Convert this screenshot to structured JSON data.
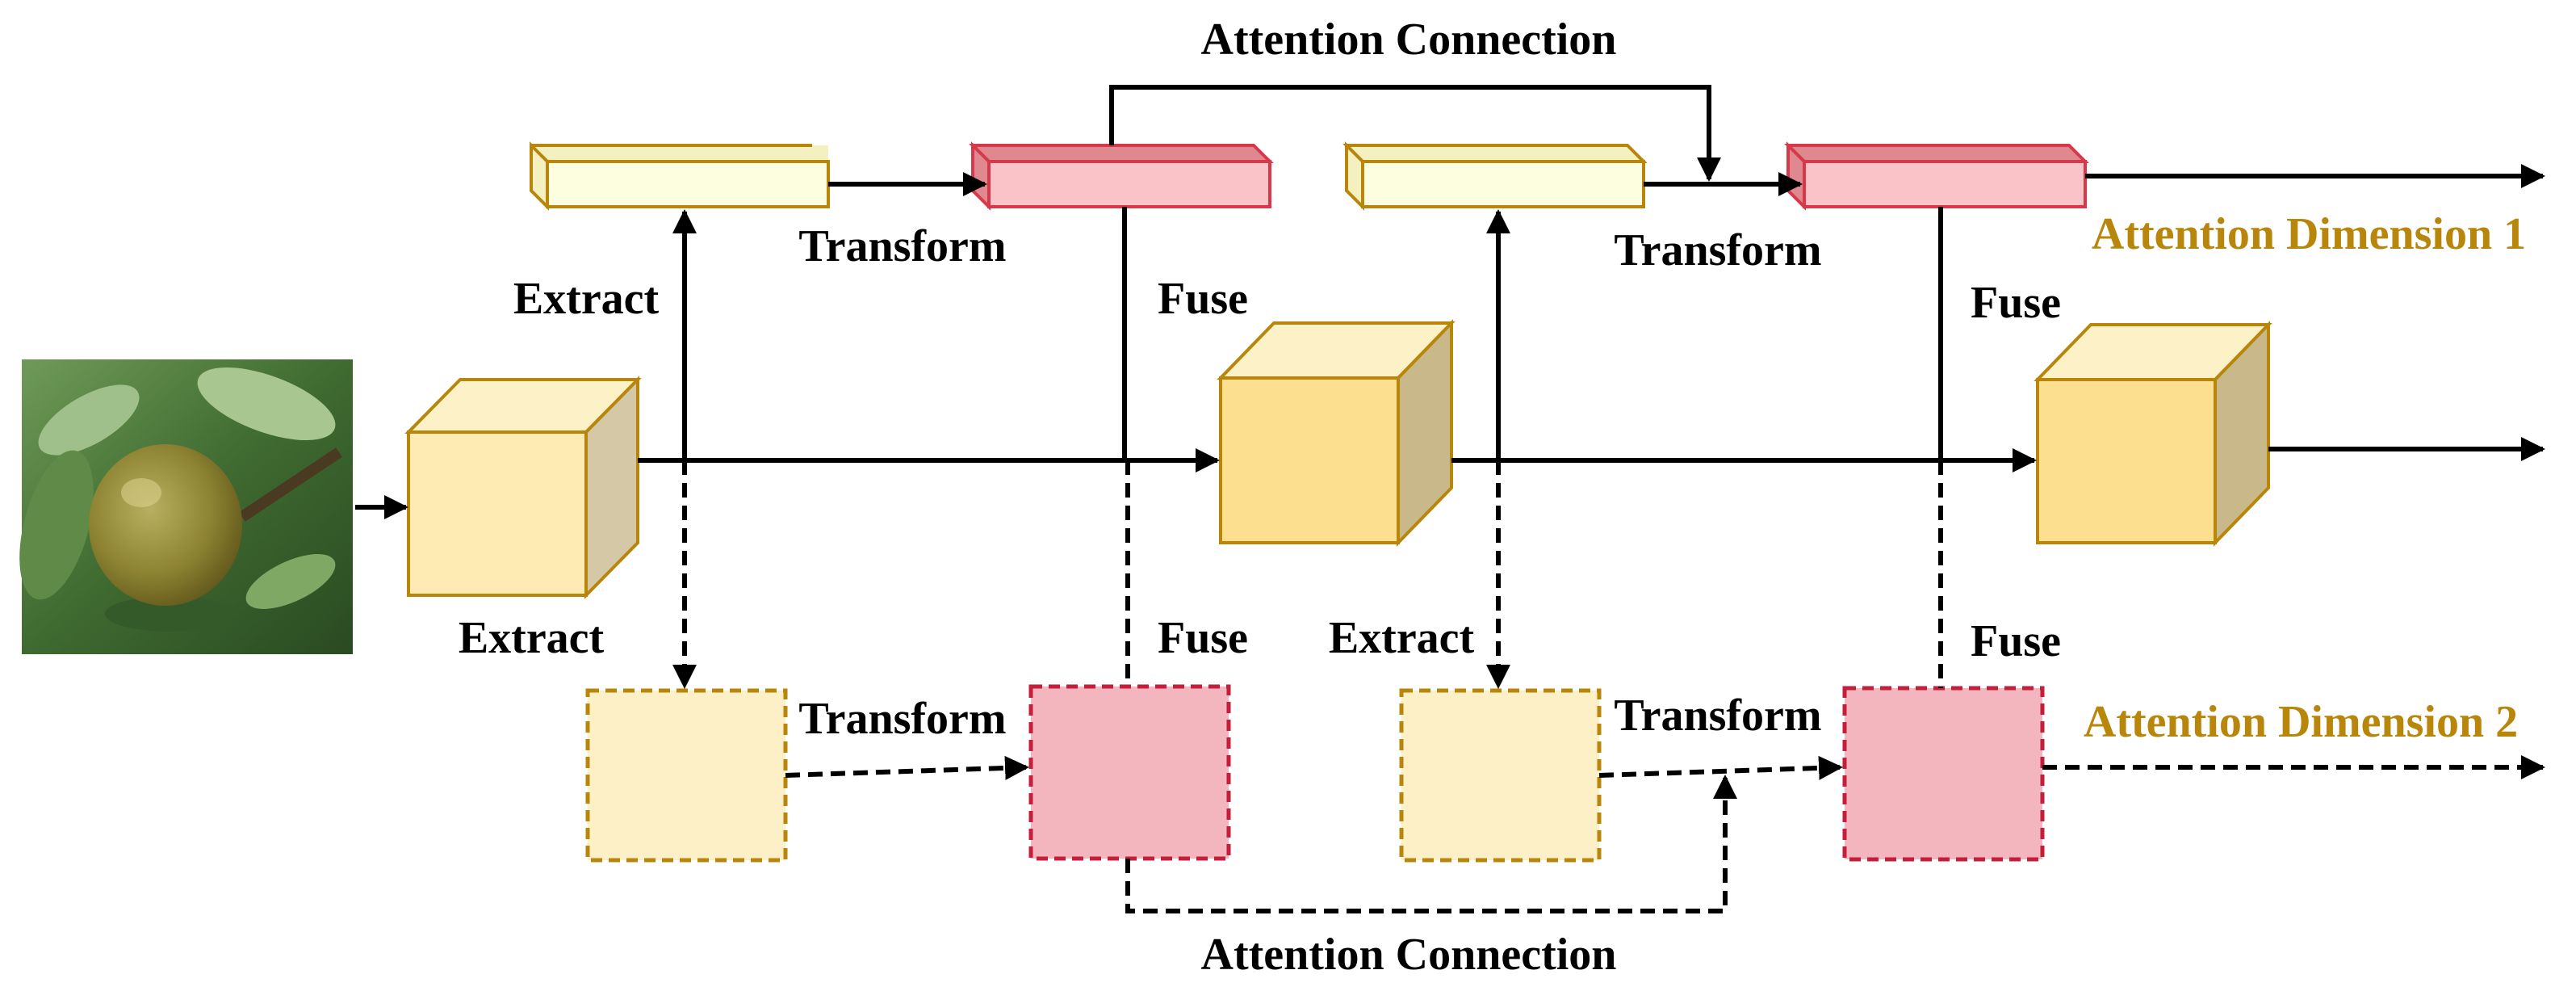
{
  "labels": {
    "attention_connection_top": "Attention Connection",
    "attention_connection_bottom": "Attention Connection",
    "transform_top_1": "Transform",
    "transform_top_2": "Transform",
    "transform_bottom_1": "Transform",
    "transform_bottom_2": "Transform",
    "extract_top_1": "Extract",
    "extract_top_2": "Extract",
    "extract_bottom_1": "Extract",
    "fuse_top_1": "Fuse",
    "fuse_top_2": "Fuse",
    "fuse_bottom_1": "Fuse",
    "fuse_bottom_2": "Fuse",
    "attention_dimension_1": "Attention Dimension 1",
    "attention_dimension_2": "Attention Dimension 2"
  },
  "colors": {
    "line": "#000000",
    "accent_text": "#b8860b",
    "feature_face": "#fdebb3",
    "feature_face_strong": "#fde08f",
    "feature_top": "#fdf1c8",
    "feature_side": "#d4c8a6",
    "feature_border": "#b8860b",
    "extract_bar_face": "#fdfde0",
    "extract_bar_top": "#f5f0c0",
    "transform_bar_face": "#f9c3c7",
    "transform_bar_top": "#e08890",
    "transform_bar_border": "#d63a4a",
    "dashed_extract_fill": "#fdf0c6",
    "dashed_transform_fill": "#f3b6be",
    "dashed_transform_border": "#c41e3a"
  },
  "icons": {
    "input_image": "pear-photo"
  }
}
